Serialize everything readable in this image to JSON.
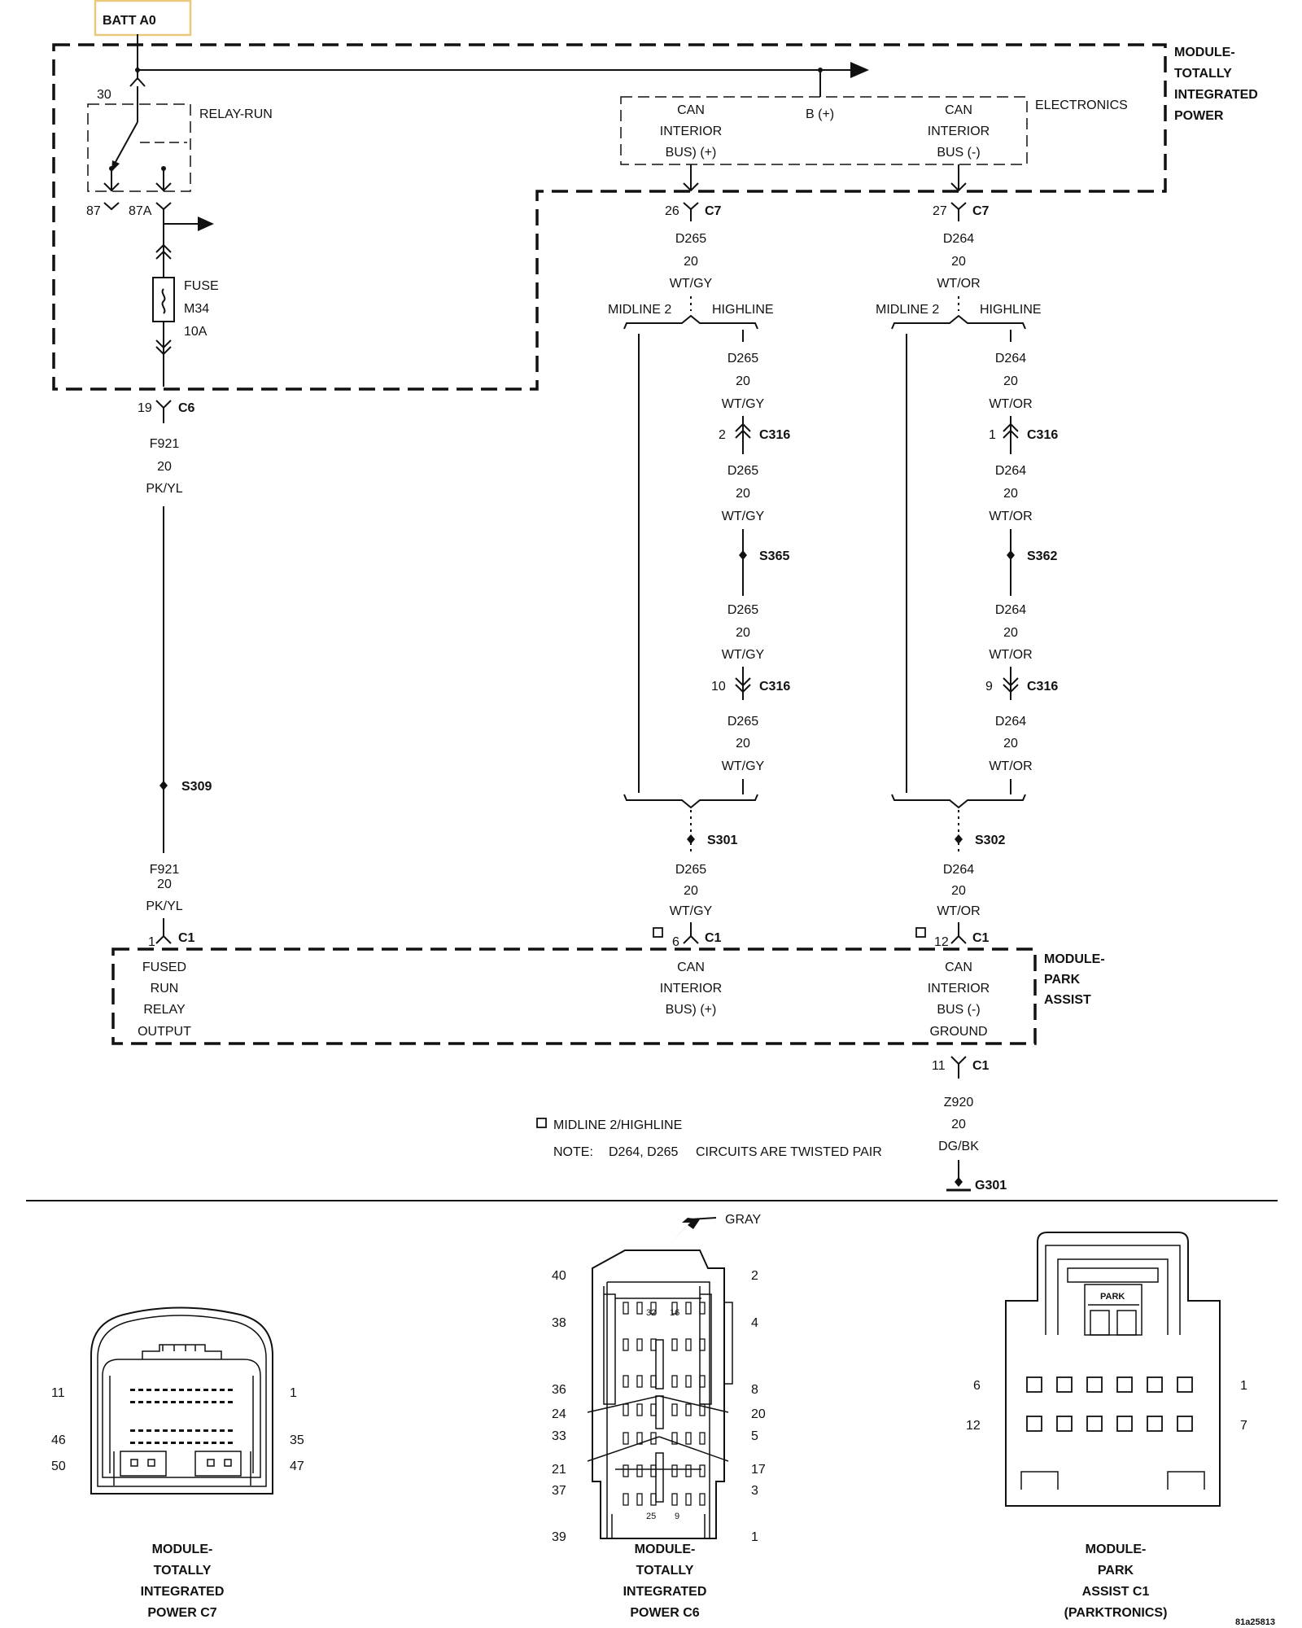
{
  "header": {
    "badge": "BATT A0"
  },
  "tipm": {
    "title_lines": [
      "MODULE-",
      "TOTALLY",
      "INTEGRATED",
      "POWER"
    ],
    "electronics": "ELECTRONICS",
    "bplus": "B (+)",
    "can_plus_lines": [
      "CAN",
      "INTERIOR",
      "BUS) (+)"
    ],
    "can_minus_lines": [
      "CAN",
      "INTERIOR",
      "BUS (-)"
    ],
    "relay": "RELAY-RUN",
    "pin30": "30",
    "pin87": "87",
    "pin87a": "87A",
    "fuse_lines": [
      "FUSE",
      "M34",
      "10A"
    ]
  },
  "left_circuit": {
    "c6_pin": "19",
    "c6_label": "C6",
    "wire_top": [
      "F921",
      "20",
      "PK/YL"
    ],
    "splice": "S309",
    "wire_bottom": [
      "F921",
      "20",
      "PK/YL"
    ],
    "c1_pin": "1",
    "c1_label": "C1"
  },
  "can_plus": {
    "c7_pin": "26",
    "c7_label": "C7",
    "wire_top": [
      "D265",
      "20",
      "WT/GY"
    ],
    "midline": "MIDLINE 2",
    "highline": "HIGHLINE",
    "hl_wire_1": [
      "D265",
      "20",
      "WT/GY"
    ],
    "c316a_pin": "2",
    "c316a_label": "C316",
    "hl_wire_2": [
      "D265",
      "20",
      "WT/GY"
    ],
    "splice_mid": "S365",
    "hl_wire_3": [
      "D265",
      "20",
      "WT/GY"
    ],
    "c316b_pin": "10",
    "c316b_label": "C316",
    "hl_wire_4": [
      "D265",
      "20",
      "WT/GY"
    ],
    "splice_bottom": "S301",
    "wire_bottom": [
      "D265",
      "20",
      "WT/GY"
    ],
    "c1_pin": "6",
    "c1_label": "C1"
  },
  "can_minus": {
    "c7_pin": "27",
    "c7_label": "C7",
    "wire_top": [
      "D264",
      "20",
      "WT/OR"
    ],
    "midline": "MIDLINE 2",
    "highline": "HIGHLINE",
    "hl_wire_1": [
      "D264",
      "20",
      "WT/OR"
    ],
    "c316a_pin": "1",
    "c316a_label": "C316",
    "hl_wire_2": [
      "D264",
      "20",
      "WT/OR"
    ],
    "splice_mid": "S362",
    "hl_wire_3": [
      "D264",
      "20",
      "WT/OR"
    ],
    "c316b_pin": "9",
    "c316b_label": "C316",
    "hl_wire_4": [
      "D264",
      "20",
      "WT/OR"
    ],
    "splice_bottom": "S302",
    "wire_bottom": [
      "D264",
      "20",
      "WT/OR"
    ],
    "c1_pin": "12",
    "c1_label": "C1"
  },
  "park_assist": {
    "title_lines": [
      "MODULE-",
      "PARK",
      "ASSIST"
    ],
    "fused_lines": [
      "FUSED",
      "RUN",
      "RELAY",
      "OUTPUT"
    ],
    "can_plus_lines": [
      "CAN",
      "INTERIOR",
      "BUS) (+)"
    ],
    "can_minus_lines": [
      "CAN",
      "INTERIOR",
      "BUS (-)",
      "GROUND"
    ],
    "gnd_pin": "11",
    "gnd_label": "C1",
    "gnd_wire": [
      "Z920",
      "20",
      "DG/BK"
    ],
    "ground": "G301"
  },
  "notes": {
    "legend": "MIDLINE 2/HIGHLINE",
    "note_label": "NOTE:",
    "note_circuits": "D264, D265",
    "note_text": "CIRCUITS ARE TWISTED PAIR"
  },
  "connectors": {
    "c7": {
      "pins": [
        "11",
        "1",
        "46",
        "35",
        "50",
        "47"
      ],
      "caption": [
        "MODULE-",
        "TOTALLY",
        "INTEGRATED",
        "POWER C7"
      ]
    },
    "c6": {
      "color": "GRAY",
      "pins": [
        "40",
        "2",
        "38",
        "4",
        "36",
        "8",
        "24",
        "20",
        "33",
        "5",
        "21",
        "17",
        "37",
        "3",
        "39",
        "1"
      ],
      "inner": [
        "32",
        "16",
        "25",
        "9"
      ],
      "caption": [
        "MODULE-",
        "TOTALLY",
        "INTEGRATED",
        "POWER C6"
      ]
    },
    "c1": {
      "pins": [
        "6",
        "1",
        "12",
        "7"
      ],
      "park": "PARK",
      "caption": [
        "MODULE-",
        "PARK",
        "ASSIST C1",
        "(PARKTRONICS)"
      ]
    }
  },
  "figure_id": "81a25813"
}
